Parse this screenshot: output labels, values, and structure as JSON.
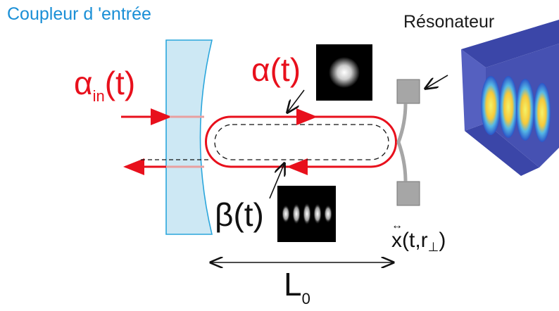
{
  "labels": {
    "coupler": "Coupleur d 'entrée",
    "resonator": "Résonateur",
    "alpha_in_symbol": "α",
    "alpha_in_subscript": "in",
    "alpha_in_arg": "(t)",
    "alpha": "α(t)",
    "beta": "β(t)",
    "x_main": "x(t,r",
    "x_perp": "⊥",
    "x_close": ")",
    "x_arrow": "↔",
    "length_symbol": "L",
    "length_subscript": "0"
  },
  "colors": {
    "coupler_text": "#1a8fd6",
    "beam_red": "#e8101c",
    "mirror_fill": "#cde8f4",
    "mirror_edge": "#2aa6dc",
    "resonator_gray": "#a6a6a6",
    "resonator_blue": "#3b46a8",
    "black": "#111111"
  },
  "insets": {
    "alpha_mode": "single gaussian spot",
    "beta_mode": "row of five lobes"
  }
}
